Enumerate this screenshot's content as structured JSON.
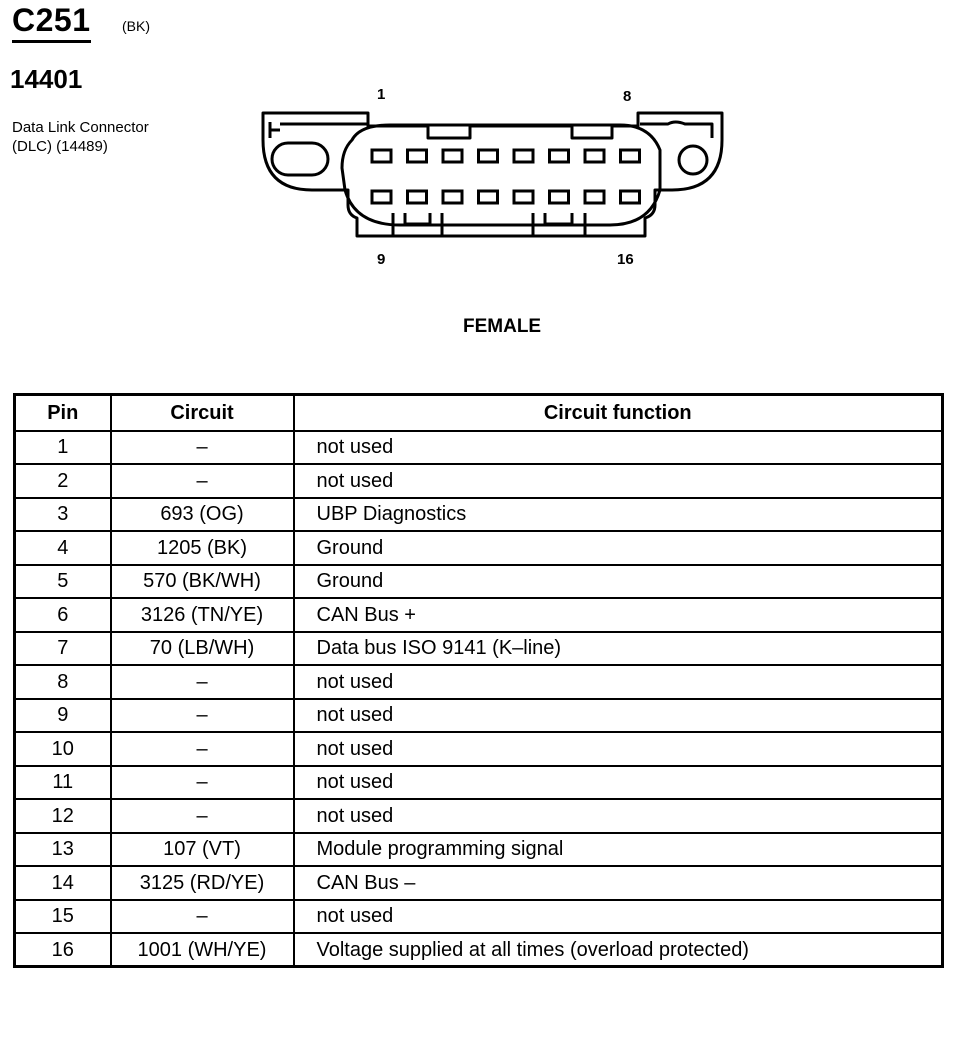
{
  "header": {
    "connector_code": "C251",
    "connector_color": "(BK)",
    "part_number": "14401",
    "description_line1": "Data Link Connector",
    "description_line2": "(DLC) (14489)"
  },
  "diagram": {
    "pin_labels": {
      "top_left": "1",
      "top_right": "8",
      "bottom_left": "9",
      "bottom_right": "16"
    },
    "gender": "FEMALE"
  },
  "table": {
    "headers": {
      "pin": "Pin",
      "circuit": "Circuit",
      "function": "Circuit function"
    },
    "rows": [
      {
        "pin": "1",
        "circuit": "–",
        "function": "not used"
      },
      {
        "pin": "2",
        "circuit": "–",
        "function": "not used"
      },
      {
        "pin": "3",
        "circuit": "693 (OG)",
        "function": "UBP Diagnostics"
      },
      {
        "pin": "4",
        "circuit": "1205 (BK)",
        "function": "Ground"
      },
      {
        "pin": "5",
        "circuit": "570 (BK/WH)",
        "function": "Ground"
      },
      {
        "pin": "6",
        "circuit": "3126 (TN/YE)",
        "function": "CAN Bus +"
      },
      {
        "pin": "7",
        "circuit": "70 (LB/WH)",
        "function": "Data bus ISO 9141 (K–line)"
      },
      {
        "pin": "8",
        "circuit": "–",
        "function": "not used"
      },
      {
        "pin": "9",
        "circuit": "–",
        "function": "not used"
      },
      {
        "pin": "10",
        "circuit": "–",
        "function": "not used"
      },
      {
        "pin": "11",
        "circuit": "–",
        "function": "not used"
      },
      {
        "pin": "12",
        "circuit": "–",
        "function": "not used"
      },
      {
        "pin": "13",
        "circuit": "107 (VT)",
        "function": "Module programming signal"
      },
      {
        "pin": "14",
        "circuit": "3125 (RD/YE)",
        "function": "CAN Bus –"
      },
      {
        "pin": "15",
        "circuit": "–",
        "function": "not used"
      },
      {
        "pin": "16",
        "circuit": "1001 (WH/YE)",
        "function": "Voltage supplied at all times (overload protected)"
      }
    ]
  }
}
